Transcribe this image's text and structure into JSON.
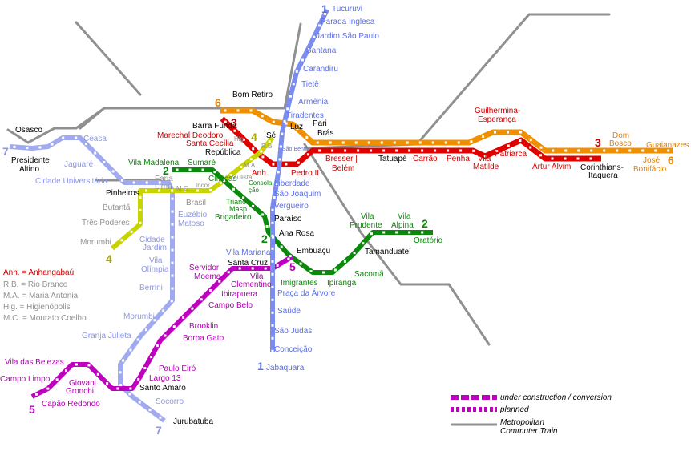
{
  "colors": {
    "line1": "#7b8cf0",
    "line2": "#0a8a0a",
    "line3": "#e00000",
    "line4": "#c8d400",
    "line5": "#c000c0",
    "line6": "#f09000",
    "line7": "#a0aaf0",
    "train": "#909090",
    "label_line1": "#5a6ee8",
    "label_line2": "#0a8a0a",
    "label_line3": "#d00000",
    "label_line4": "#a8a800",
    "label_line5": "#b000b0",
    "label_line6": "#e88000",
    "label_line7": "#8c96ea",
    "black": "#000000"
  },
  "line_numbers": {
    "l1_top": "1",
    "l1_bottom": "1",
    "l2_left": "2",
    "l2_mid": "2",
    "l2_right": "2",
    "l3_top": "3",
    "l3_right": "3",
    "l4_top": "4",
    "l4_bottom": "4",
    "l5_mid": "5",
    "l5_bottom": "5",
    "l6_top": "6",
    "l6_right": "6",
    "l7_top": "7",
    "l7_bottom": "7"
  },
  "stations": {
    "tucuruvi": "Tucuruvi",
    "parada_inglesa": "Parada Inglesa",
    "jardim_sao_paulo": "Jardim São Paulo",
    "santana": "Santana",
    "carandiru": "Carandiru",
    "tiete": "Tietê",
    "armenia": "Armênia",
    "tiradentes": "Tiradentes",
    "luz": "Luz",
    "pari": "Pari",
    "bras": "Brás",
    "se": "Sé",
    "sao_bento": "São Bento",
    "bom_retiro": "Bom Retiro",
    "barra_funda": "Barra Funda",
    "marechal_deodoro": "Marechal Deodoro",
    "santa_cecilia": "Santa Cecília",
    "republica": "República",
    "anhangabau_abbr": "Anh.",
    "pedro_ii": "Pedro II",
    "rb_abbr": "R.B.",
    "ma_abbr": "M.A.",
    "hig_abbr": "Hig.",
    "mc_abbr": "M.C.",
    "incor": "Incor",
    "liberdade": "Liberdade",
    "sao_joaquim": "São Joaquim",
    "vergueiro": "Vergueiro",
    "paraiso": "Paraíso",
    "ana_rosa": "Ana Rosa",
    "vila_madalena": "Vila Madalena",
    "sumare": "Sumaré",
    "clinicas": "Clínicas",
    "paulista_consolacao": "Paulista Consolação",
    "paulista_l1": "Paulista",
    "paulista_l2": "Consola-",
    "paulista_l3": "ção",
    "trianon_l1": "Trianon-",
    "trianon_l2": "Masp",
    "brigadeiro": "Brigadeiro",
    "faria_lima_l1": "Faria",
    "faria_lima_l2": "Lima",
    "pinheiros": "Pinheiros",
    "butanta": "Butantã",
    "tres_poderes": "Três Poderes",
    "morumbi_l4": "Morumbi",
    "brasil": "Brasil",
    "osasco": "Osasco",
    "presidente_altino_l1": "Presidente",
    "presidente_altino_l2": "Altino",
    "ceasa": "Ceasa",
    "jaguare": "Jaguaré",
    "cidade_universitaria": "Cidade Universitária",
    "euzebio_matoso_l1": "Euzébio",
    "euzebio_matoso_l2": "Matoso",
    "cidade_jardim_l1": "Cidade",
    "cidade_jardim_l2": "Jardim",
    "vila_olimpia_l1": "Vila",
    "vila_olimpia_l2": "Olímpia",
    "berrini": "Berrini",
    "morumbi_l7": "Morumbi",
    "granja_julieta": "Granja Julieta",
    "socorro": "Socorro",
    "jurubatuba": "Jurubatuba",
    "santo_amaro": "Santo Amaro",
    "largo_13": "Largo 13",
    "paulo_eiro": "Paulo Eiró",
    "borba_gato": "Borba Gato",
    "brooklin": "Brooklin",
    "campo_belo": "Campo Belo",
    "ibirapuera": "Ibirapuera",
    "vila_clementino_l1": "Vila",
    "vila_clementino_l2": "Clementino",
    "servidor_l1": "Servidor",
    "servidor_l2": "Moema",
    "santa_cruz": "Santa Cruz",
    "vila_mariana": "Vila Mariana",
    "embuacu": "Embuaçu",
    "imigrantes": "Imigrantes",
    "ipiranga": "Ipiranga",
    "sacoma": "Sacomã",
    "tamanduatei": "Tamanduateí",
    "vila_prudente_l1": "Vila",
    "vila_prudente_l2": "Prudente",
    "vila_alpina_l1": "Vila",
    "vila_alpina_l2": "Alpina",
    "oratorio": "Oratório",
    "praca_da_arvore": "Praça da Árvore",
    "saude": "Saúde",
    "sao_judas": "São Judas",
    "conceicao": "Conceição",
    "jabaquara": "Jabaquara",
    "vila_das_belezas": "Vila das Belezas",
    "campo_limpo": "Campo Limpo",
    "giovani_l1": "Giovani",
    "giovani_l2": "Gronchi",
    "capao_redondo": "Capão Redondo",
    "bresser_l1": "Bresser |",
    "bresser_l2": "Belém",
    "tatuape": "Tatuapé",
    "carrao": "Carrão",
    "penha": "Penha",
    "vila_matilde_l1": "Vila",
    "vila_matilde_l2": "Matilde",
    "guilhermina_l1": "Guilhermina-",
    "guilhermina_l2": "Esperança",
    "patriarca": "Patriarca",
    "artur_alvim": "Artur Alvim",
    "corinthians_l1": "Corinthians-",
    "corinthians_l2": "Itaquera",
    "dom_bosco_l1": "Dom",
    "dom_bosco_l2": "Bosco",
    "jose_bonifacio_l1": "José",
    "jose_bonifacio_l2": "Bonifácio",
    "guaianazes": "Guaianazes"
  },
  "abbreviations": [
    {
      "text": "Anh. = Anhangabaú",
      "tone": "red"
    },
    {
      "text": "R.B. = Rio Branco",
      "tone": "grey"
    },
    {
      "text": "M.A. = Maria Antonia",
      "tone": "grey"
    },
    {
      "text": "Hig. = Higienópolis",
      "tone": "grey"
    },
    {
      "text": "M.C. = Mourato Coelho",
      "tone": "grey"
    }
  ],
  "legend": {
    "under_construction": "under construction / conversion",
    "planned": "planned",
    "train_l1": "Metropolitan",
    "train_l2": "Commuter Train"
  }
}
